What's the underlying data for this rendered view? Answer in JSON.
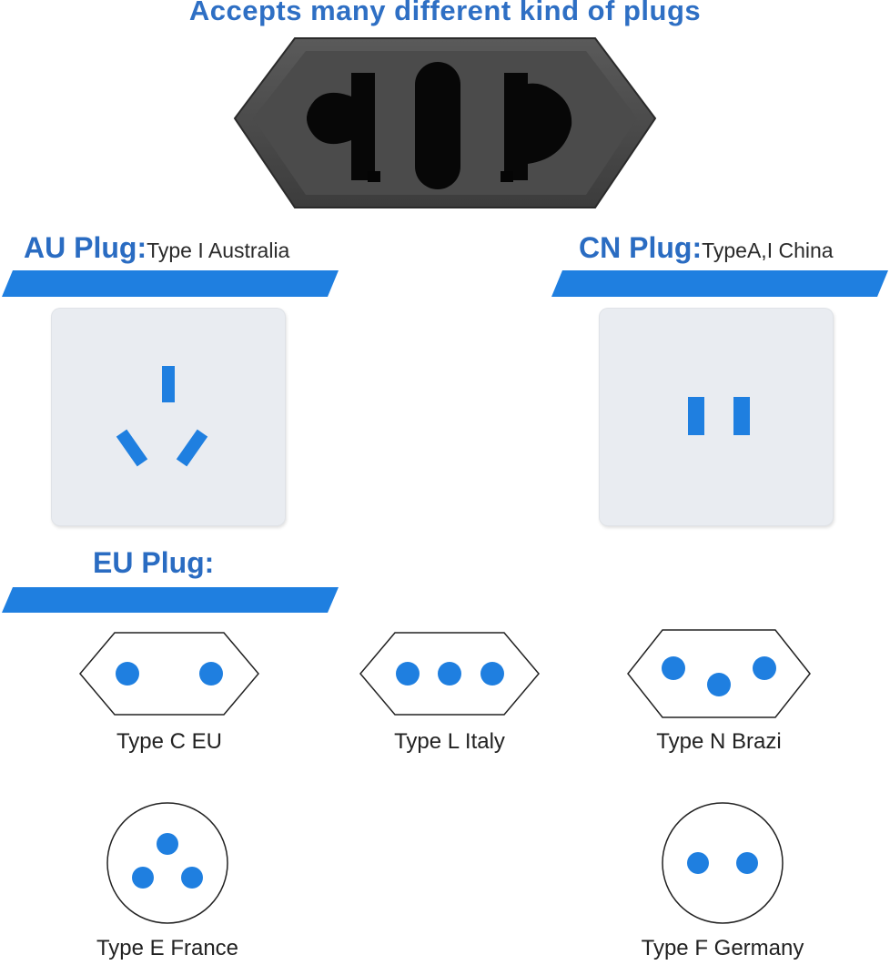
{
  "title": "Accepts many different kind of plugs",
  "colors": {
    "accent": "#1f7fe0",
    "heading": "#2a6cc2",
    "socket_body": "#4a4a4a"
  },
  "au": {
    "heading": "AU Plug:",
    "sub": "Type I Australia"
  },
  "cn": {
    "heading": "CN Plug:",
    "sub": "TypeA,I China"
  },
  "eu": {
    "heading": "EU Plug:",
    "types": [
      {
        "label": "Type C EU"
      },
      {
        "label": "Type L Italy"
      },
      {
        "label": "Type N Brazi"
      },
      {
        "label": "Type E France"
      },
      {
        "label": "Type F Germany"
      }
    ]
  }
}
